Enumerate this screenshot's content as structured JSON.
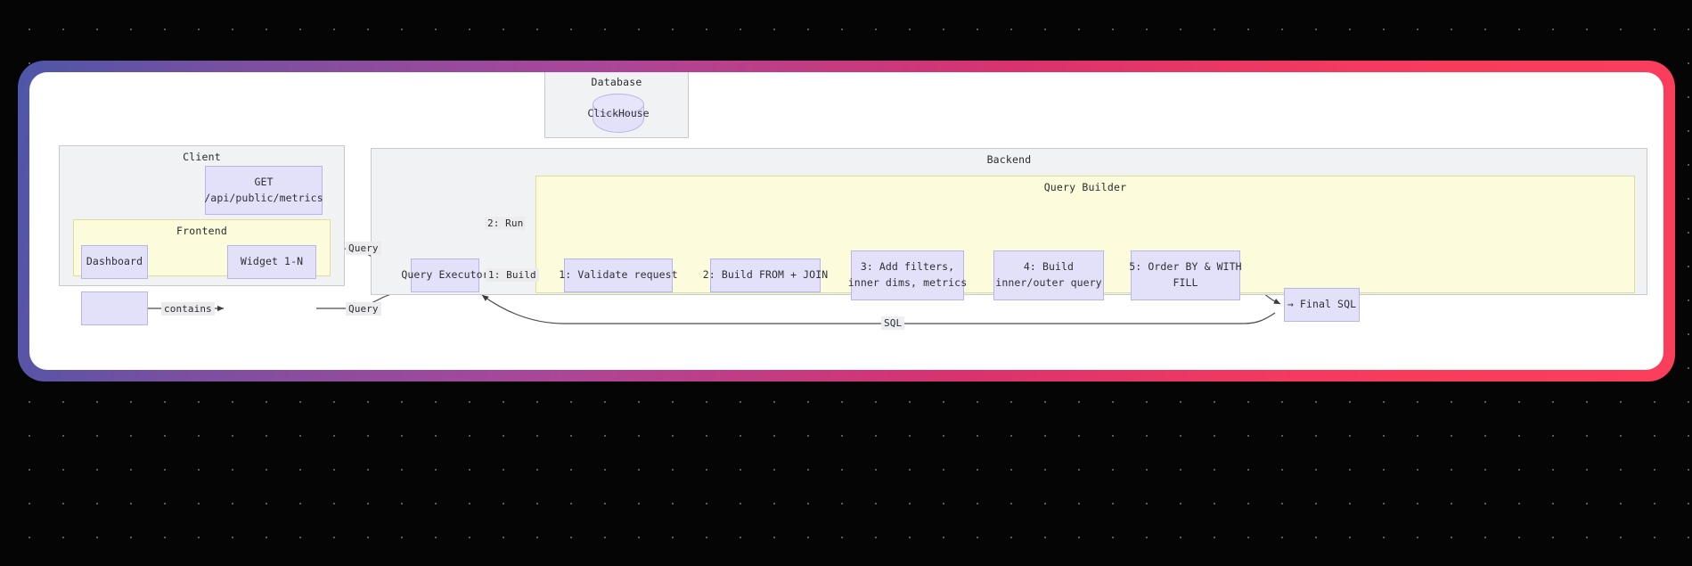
{
  "background": {
    "style": "dotted-grid",
    "dot_color": "#5a5a5a",
    "canvas_color": "#050505"
  },
  "frame": {
    "gradient_from": "#4d56a8",
    "gradient_mid": "#a8479a",
    "gradient_to": "#fb3e5b",
    "card_background": "#ffffff"
  },
  "palette": {
    "node_fill": "#e3e1fa",
    "node_border": "#b9b5e8",
    "group_fill": "#f1f2f4",
    "group_border": "#c8c8cd",
    "group_yellow_fill": "#fcfcdd",
    "group_yellow_border": "#dede9b",
    "edge_color": "#4a4a4a",
    "label_bg": "#ececee"
  },
  "groups": {
    "client": {
      "title": "Client"
    },
    "frontend": {
      "title": "Frontend"
    },
    "database": {
      "title": "Database"
    },
    "backend": {
      "title": "Backend"
    },
    "query_builder": {
      "title": "Query Builder"
    }
  },
  "nodes": {
    "get_endpoint": {
      "line1": "GET",
      "line2": "/api/public/metrics"
    },
    "dashboard": {
      "label": "Dashboard"
    },
    "widget": {
      "label": "Widget 1-N"
    },
    "clickhouse": {
      "label": "ClickHouse"
    },
    "query_executor": {
      "label": "Query Executor"
    },
    "step1": {
      "label": "1: Validate request"
    },
    "step2": {
      "label": "2: Build FROM + JOIN"
    },
    "step3": {
      "line1": "3: Add filters,",
      "line2": "inner dims, metrics"
    },
    "step4": {
      "line1": "4: Build",
      "line2": "inner/outer query"
    },
    "step5": {
      "line1": "5: Order BY & WITH",
      "line2": "FILL"
    },
    "final_sql": {
      "label": "→ Final SQL"
    }
  },
  "edge_labels": {
    "contains": "contains",
    "query_top": "Query",
    "query_bottom": "Query",
    "run": "2: Run",
    "build": "1: Build",
    "sql": "SQL"
  }
}
